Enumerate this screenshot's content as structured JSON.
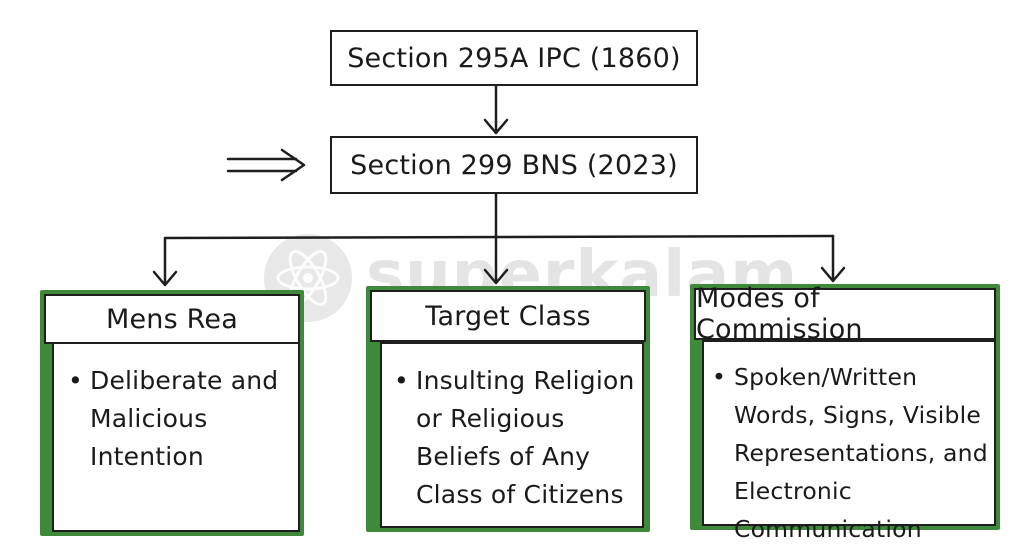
{
  "watermark": {
    "text": "superkalam",
    "icon": "atom-icon"
  },
  "nodes": {
    "ipc": "Section 295A IPC (1860)",
    "bns": "Section 299 BNS (2023)"
  },
  "columns": [
    {
      "title": "Mens Rea",
      "bullets": [
        "Deliberate and Malicious Intention"
      ]
    },
    {
      "title": "Target Class",
      "bullets": [
        "Insulting Religion or Religious Beliefs of Any Class of Citizens"
      ]
    },
    {
      "title": "Modes of Commission",
      "bullets": [
        "Spoken/Written Words, Signs, Visible Representations, and Electronic Communication"
      ]
    }
  ],
  "colors": {
    "ink": "#1e1e1e",
    "accent_shadow": "#3f8a3a",
    "watermark": "#cfcfcf"
  }
}
